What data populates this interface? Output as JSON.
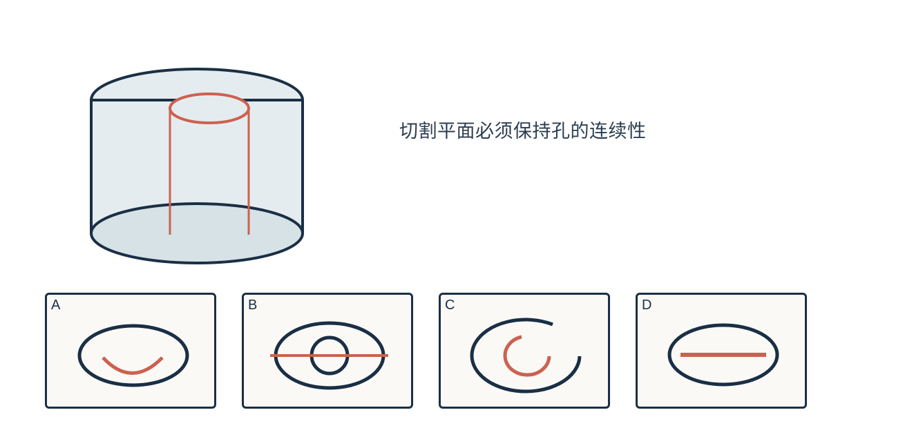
{
  "caption": "切割平面必须保持孔的连续性",
  "colors": {
    "outline": "#1a2f45",
    "hole": "#cc6150",
    "solid_fill": "#e5ecef",
    "base_fill": "#d6e2e6",
    "option_bg": "#faf9f6"
  },
  "options": [
    {
      "letter": "A",
      "icon": "ellipse-with-lower-arc-icon"
    },
    {
      "letter": "B",
      "icon": "ellipse-with-inner-circle-and-line-icon"
    },
    {
      "letter": "C",
      "icon": "open-ellipse-with-open-arc-icon"
    },
    {
      "letter": "D",
      "icon": "ellipse-with-horizontal-line-icon"
    }
  ]
}
